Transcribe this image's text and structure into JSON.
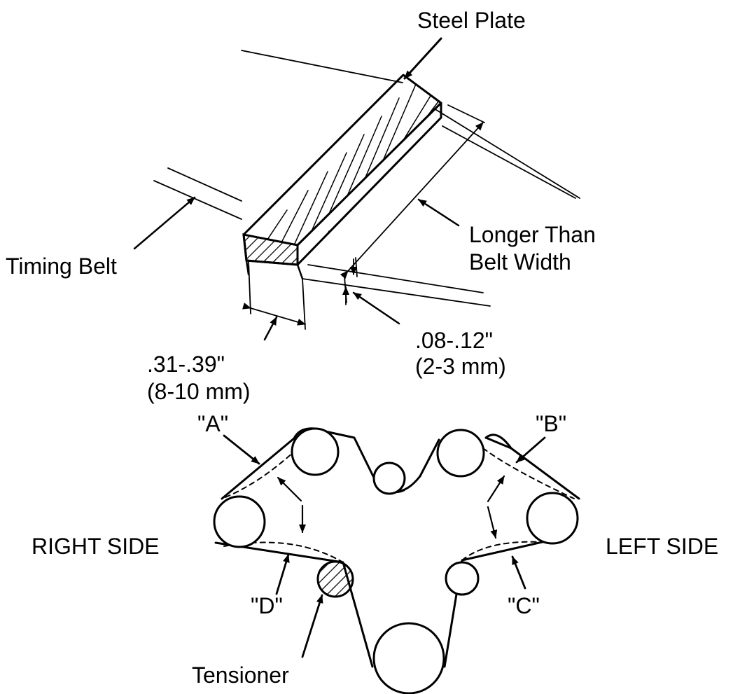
{
  "labels": {
    "steel_plate": "Steel Plate",
    "timing_belt": "Timing Belt",
    "longer_than_line1": "Longer Than",
    "longer_than_line2": "Belt Width",
    "thickness_in": ".31-.39\"",
    "thickness_mm": "(8-10 mm)",
    "gap_in": ".08-.12\"",
    "gap_mm": "(2-3 mm)",
    "point_a": "\"A\"",
    "point_b": "\"B\"",
    "point_c": "\"C\"",
    "point_d": "\"D\"",
    "right_side": "RIGHT SIDE",
    "left_side": "LEFT SIDE",
    "tensioner": "Tensioner"
  },
  "colors": {
    "ink": "#000000",
    "background": "#ffffff"
  }
}
